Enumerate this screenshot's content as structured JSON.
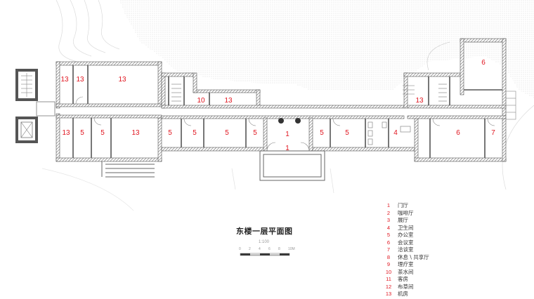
{
  "plan": {
    "title": "东楼一层平面图",
    "scale": {
      "ratio": "1:100",
      "ticks": [
        "0",
        "2",
        "4",
        "6",
        "8",
        "10M"
      ]
    },
    "room_labels": [
      "1",
      "1",
      "5",
      "5",
      "5",
      "5",
      "5",
      "5",
      "5",
      "5",
      "13",
      "13",
      "13",
      "13",
      "13",
      "13",
      "13",
      "10",
      "6",
      "6",
      "7",
      "4"
    ],
    "legend": [
      {
        "num": "1",
        "label": "门厅"
      },
      {
        "num": "2",
        "label": "咖啡厅"
      },
      {
        "num": "3",
        "label": "展厅"
      },
      {
        "num": "4",
        "label": "卫生间"
      },
      {
        "num": "5",
        "label": "办公室"
      },
      {
        "num": "6",
        "label": "会议室"
      },
      {
        "num": "7",
        "label": "洽谈室"
      },
      {
        "num": "8",
        "label": "休息 \\ 共享厅"
      },
      {
        "num": "9",
        "label": "理疗室"
      },
      {
        "num": "10",
        "label": "茶水间"
      },
      {
        "num": "11",
        "label": "客房"
      },
      {
        "num": "12",
        "label": "布草间"
      },
      {
        "num": "13",
        "label": "机房"
      }
    ],
    "colors": {
      "room_number": "#e0141e",
      "wall": "#555555",
      "hatch": "#9a9a9a"
    }
  }
}
